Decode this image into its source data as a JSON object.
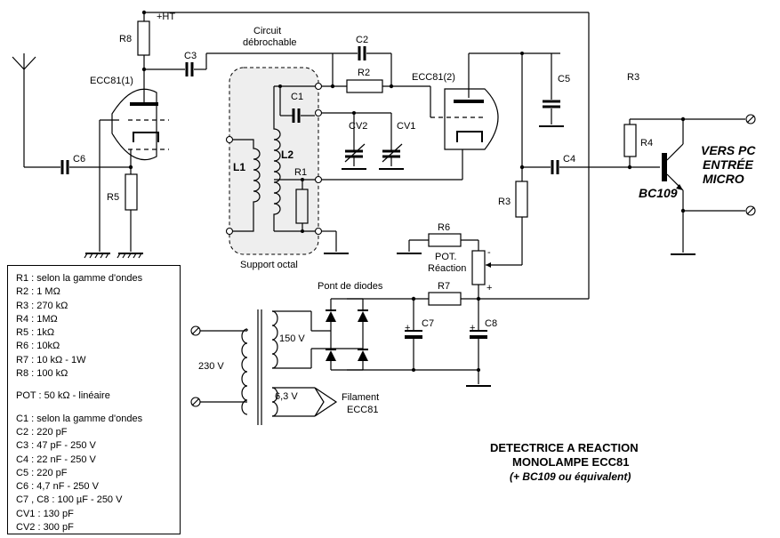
{
  "supply": {
    "ht": "+HT"
  },
  "components": {
    "r8": "R8",
    "c3": "C3",
    "c2": "C2",
    "r2": "R2",
    "tube1": "ECC81(1)",
    "tube2": "ECC81(2)",
    "c5": "C5",
    "r3_top": "R3",
    "c6": "C6",
    "r5": "R5",
    "c1": "C1",
    "cv2": "CV2",
    "cv1": "CV1",
    "l1": "L1",
    "l2": "L2",
    "r1": "R1",
    "c4": "C4",
    "r4": "R4",
    "bc109": "BC109",
    "r3": "R3",
    "r6": "R6",
    "pot": "POT.",
    "reaction": "Réaction",
    "r7": "R7",
    "c7": "C7",
    "c8": "C8",
    "v150": "150 V",
    "v230": "230 V",
    "v63": "6,3 V",
    "filament1": "Filament",
    "filament2": "ECC81"
  },
  "labels": {
    "circuit1": "Circuit",
    "circuit2": "débrochable",
    "support": "Support octal",
    "diodes": "Pont de diodes",
    "out1": "VERS PC",
    "out2": "ENTRÉE",
    "out3": "MICRO",
    "pot_minus": "-",
    "pot_plus": "+",
    "c7_plus": "+",
    "c8_plus": "+"
  },
  "title": {
    "line1": "DETECTRICE A REACTION",
    "line2": "MONOLAMPE ECC81",
    "line3": "(+ BC109 ou équivalent)"
  },
  "legend": {
    "resistors": [
      "R1 : selon la gamme d'ondes",
      "R2 : 1 MΩ",
      "R3 : 270 kΩ",
      "R4 : 1MΩ",
      "R5 : 1kΩ",
      "R6 : 10kΩ",
      "R7 : 10 kΩ - 1W",
      "R8 : 100 kΩ"
    ],
    "pot": "POT : 50 kΩ - linéaire",
    "capacitors": [
      "C1 : selon la gamme d'ondes",
      "C2 : 220 pF",
      "C3 : 47 pF - 250 V",
      "C4 : 22 nF - 250 V",
      "C5 : 220 pF",
      "C6 : 4,7 nF - 250 V",
      "C7 , C8 : 100 µF - 250 V",
      "CV1 : 130 pF",
      "CV2 : 300 pF"
    ]
  }
}
